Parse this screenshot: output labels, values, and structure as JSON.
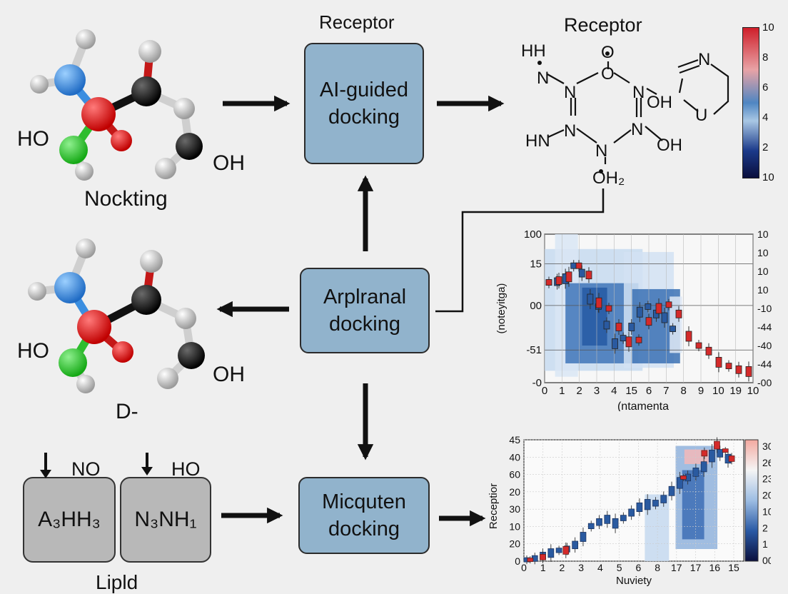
{
  "labels": {
    "receptor_top": "Receptor",
    "receptor_right": "Receptor",
    "nockting": "Nockting",
    "d_label": "D-",
    "lipld": "Lipld",
    "mol_ho_1": "HO",
    "mol_oh_1": "OH",
    "mol_ho_2": "HO",
    "mol_oh_2": "OH"
  },
  "boxes": {
    "ai_guided": [
      "AI-guided",
      "docking"
    ],
    "arplranal": [
      "Arplranal",
      "docking"
    ],
    "micquten": [
      "Micquten",
      "docking"
    ]
  },
  "lipid_boxes": {
    "left": {
      "main": "A₃HH₃",
      "top": "NO"
    },
    "right": {
      "main": "N₃NH₁",
      "top": "HO"
    }
  },
  "structure": {
    "hh": "HH",
    "o_top": "O",
    "o_mid": "O",
    "n1": "N",
    "n2": "N",
    "n3": "N",
    "n4": "N",
    "n5": "N",
    "n6": "N",
    "hn": "HN",
    "oh1": "OH",
    "oh2": "OH",
    "oh3": "OH₂",
    "ring_n": "N",
    "ring_u": "U"
  },
  "colorbar_top": {
    "ticks": [
      "10",
      "8",
      "6",
      "4",
      "2",
      "10"
    ],
    "colors": [
      "#cf1f2a",
      "#e8a3a6",
      "#4f86c2",
      "#a9c7e4",
      "#1b3a8a",
      "#0a0f3d"
    ]
  },
  "chart_data": [
    {
      "type": "box",
      "xlabel": "(ntamenta",
      "ylabel": "(noteyitga)",
      "x_tick_labels": [
        "0",
        "1",
        "2",
        "3",
        "4",
        "15",
        "6",
        "7",
        "8",
        "9",
        "10",
        "19",
        "10"
      ],
      "y_left_tick_labels": [
        "100",
        "15",
        "00",
        "-51",
        "-0"
      ],
      "y_right_tick_labels": [
        "10",
        "10",
        "10",
        "10",
        "-10",
        "-44",
        "-40",
        "-44",
        "-00"
      ],
      "series": [
        {
          "color": "#2a5aa0",
          "medians": [
            7.0,
            7.2,
            8.0,
            11.5,
            9.5,
            2.5,
            0.5,
            -4.5,
            -9.5,
            -8.0,
            -5.0,
            -1.0,
            0.5,
            -1.5,
            -2.5,
            -5.5
          ]
        },
        {
          "color": "#d42a2a",
          "medians": [
            7.0,
            7.5,
            8.5,
            11.5,
            9.0,
            1.5,
            0.0,
            -5.0,
            -9.0,
            -8.5,
            -3.5,
            0.0,
            1.0,
            -1.5,
            -7.5,
            -10.0,
            -11.5,
            -14.5,
            -15.5,
            -16.5,
            -17.0
          ]
        }
      ]
    },
    {
      "type": "box",
      "xlabel": "Nuviety",
      "ylabel": "Receptior",
      "x_tick_labels": [
        "0",
        "1",
        "2",
        "3",
        "4",
        "5",
        "6",
        "8",
        "17",
        "17",
        "16",
        "15"
      ],
      "y_tick_labels": [
        "45",
        "40",
        "60",
        "20",
        "30",
        "10",
        "20",
        "0"
      ],
      "colorbar_ticks": [
        "30",
        "26",
        "23",
        "20",
        "10",
        "2",
        "1",
        "00"
      ],
      "series": [
        {
          "color": "#2a5aa0",
          "medians": [
            0.5,
            1.0,
            2.0,
            3.0,
            4.0,
            4.5,
            6.0,
            9.0,
            13.0,
            14.5,
            15.5,
            14.0,
            16.0,
            18.0,
            20.0,
            21.0,
            21.5,
            23.0,
            26.0,
            29.0,
            31.0,
            33.0,
            35.0,
            39.0,
            40.0,
            38.0
          ]
        },
        {
          "color": "#d42a2a",
          "medians": [
            0.5,
            1.5,
            4.0,
            31.0,
            40.0,
            43.0,
            41.0,
            38.0
          ]
        }
      ]
    }
  ]
}
